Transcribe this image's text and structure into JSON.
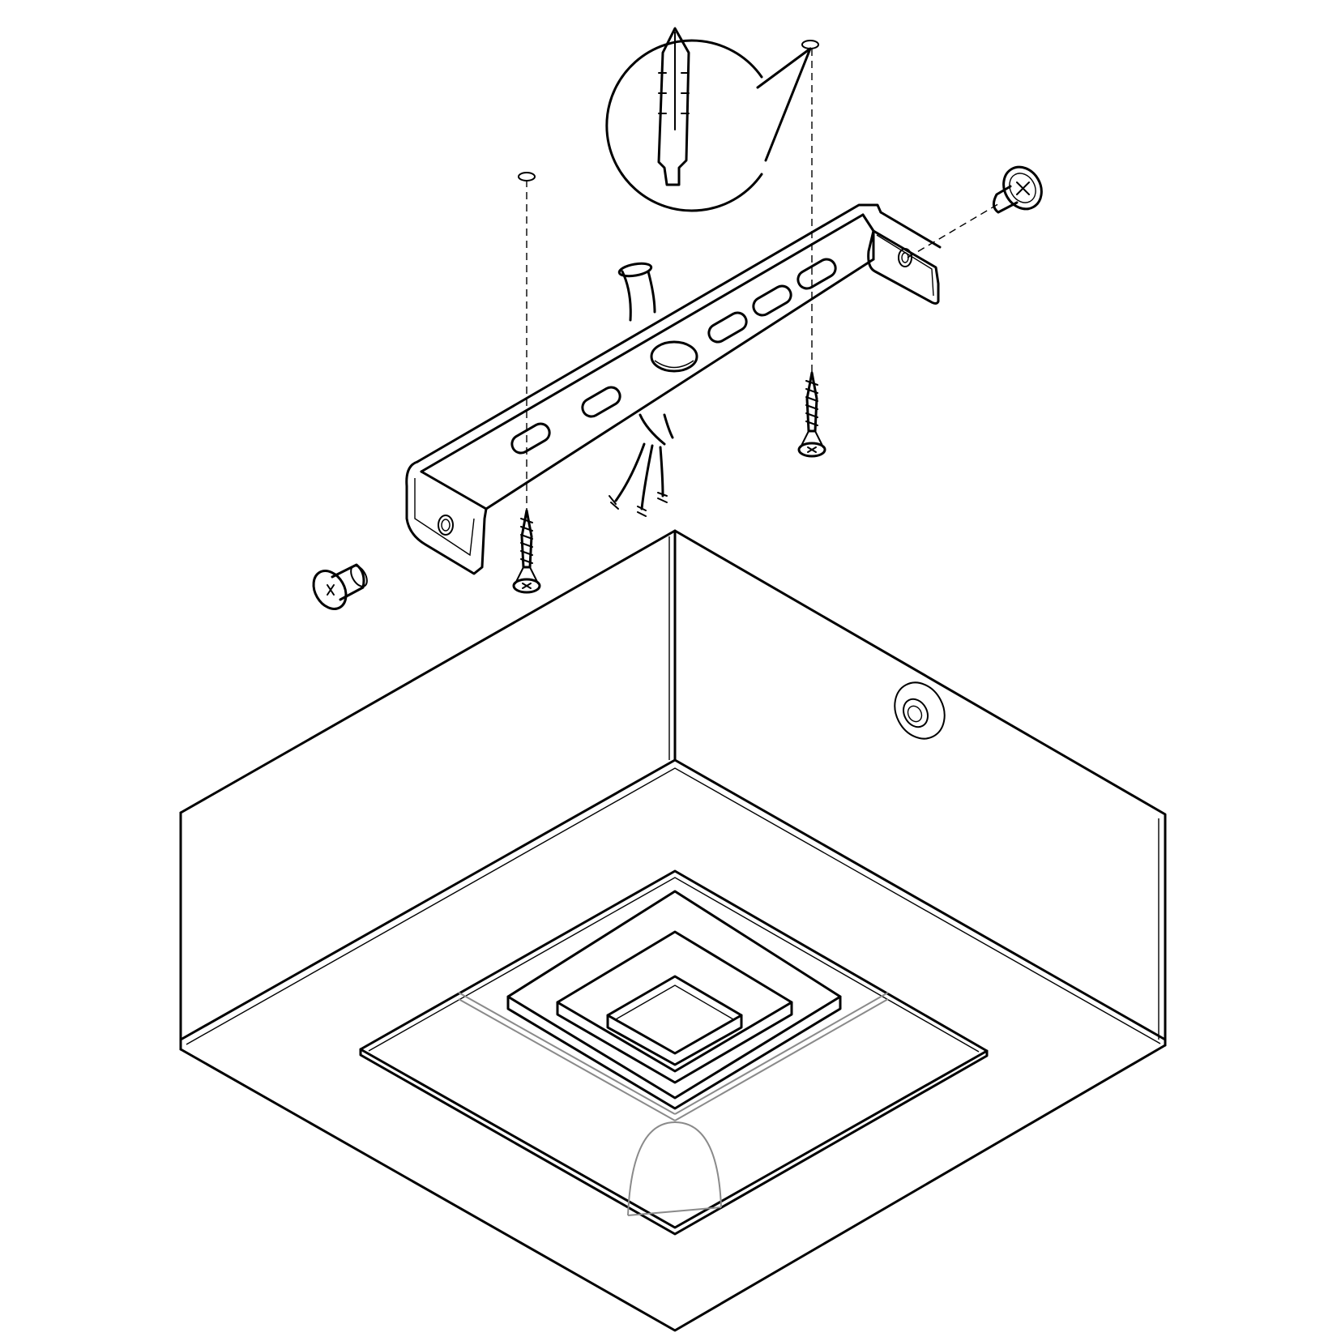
{
  "diagram": {
    "kind": "exploded-assembly-drawing",
    "labels": [],
    "colors": {
      "line": "#000000",
      "background": "#ffffff",
      "secondary_line": "#8a8a8a"
    },
    "parts": [
      {
        "id": "wall-plug",
        "icon": "wall-plug-icon",
        "count": 1
      },
      {
        "id": "mounting-bracket",
        "icon": "bracket-icon",
        "count": 1
      },
      {
        "id": "wood-screw",
        "icon": "screw-icon",
        "count": 2
      },
      {
        "id": "side-bolt",
        "icon": "bolt-icon",
        "count": 2
      },
      {
        "id": "power-cable",
        "icon": "cable-icon",
        "count": 1
      },
      {
        "id": "luminaire-housing",
        "icon": "box-icon",
        "count": 1
      }
    ]
  }
}
